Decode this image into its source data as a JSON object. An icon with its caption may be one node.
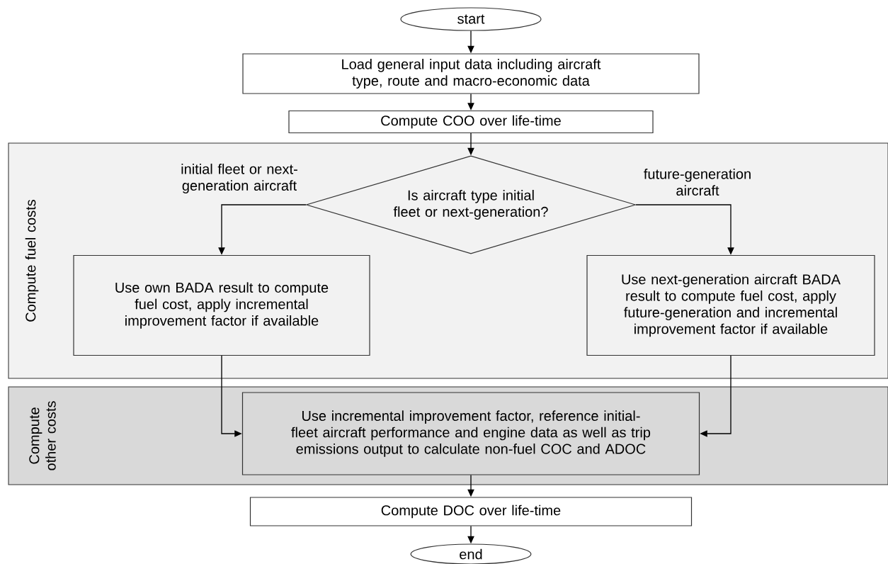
{
  "diagram": {
    "nodes": [
      {
        "text": [
          "start"
        ]
      },
      {
        "text": [
          "Load general input data including aircraft type, route and macro-economic data"
        ]
      },
      {
        "text": [
          "Compute COO over life-time"
        ]
      },
      {
        "text": [
          "Compute fuel costs"
        ]
      },
      {
        "text": [
          "Is aircraft type initial fleet or next-generation?"
        ],
        "in": 3
      },
      {
        "text": [
          "Use own BADA result to compute fuel cost, apply incremental improvement factor if available"
        ],
        "in": 3
      },
      {
        "text": [
          "Use next-generation aircraft BADA result to compute fuel cost, apply future-generation and incremental improvement factor if available"
        ],
        "in": 3
      },
      {
        "text": [
          "Compute other costs"
        ]
      },
      {
        "text": [
          "Use incremental improvement factor, reference initial-fleet aircraft performance and engine data as well as trip emissions output to calculate non-fuel COC and ADOC"
        ],
        "in": 7
      },
      {
        "text": [
          "Compute DOC over life-time"
        ]
      },
      {
        "text": [
          "end"
        ]
      }
    ],
    "edges": [
      {
        "from": 0,
        "to": 1,
        "arrow": "to"
      },
      {
        "from": 1,
        "to": 2,
        "arrow": "to"
      },
      {
        "from": 2,
        "to": 4,
        "arrow": "to"
      },
      {
        "from": 4,
        "to": 5,
        "arrow": "to",
        "label": "initial fleet or next-generation aircraft"
      },
      {
        "from": 4,
        "to": 6,
        "arrow": "to",
        "label": "future-generation aircraft"
      },
      {
        "from": 5,
        "to": 8,
        "arrow": "to"
      },
      {
        "from": 6,
        "to": 8,
        "arrow": "to"
      },
      {
        "from": 8,
        "to": 9,
        "arrow": "to"
      },
      {
        "from": 9,
        "to": 10,
        "arrow": "to"
      }
    ]
  }
}
